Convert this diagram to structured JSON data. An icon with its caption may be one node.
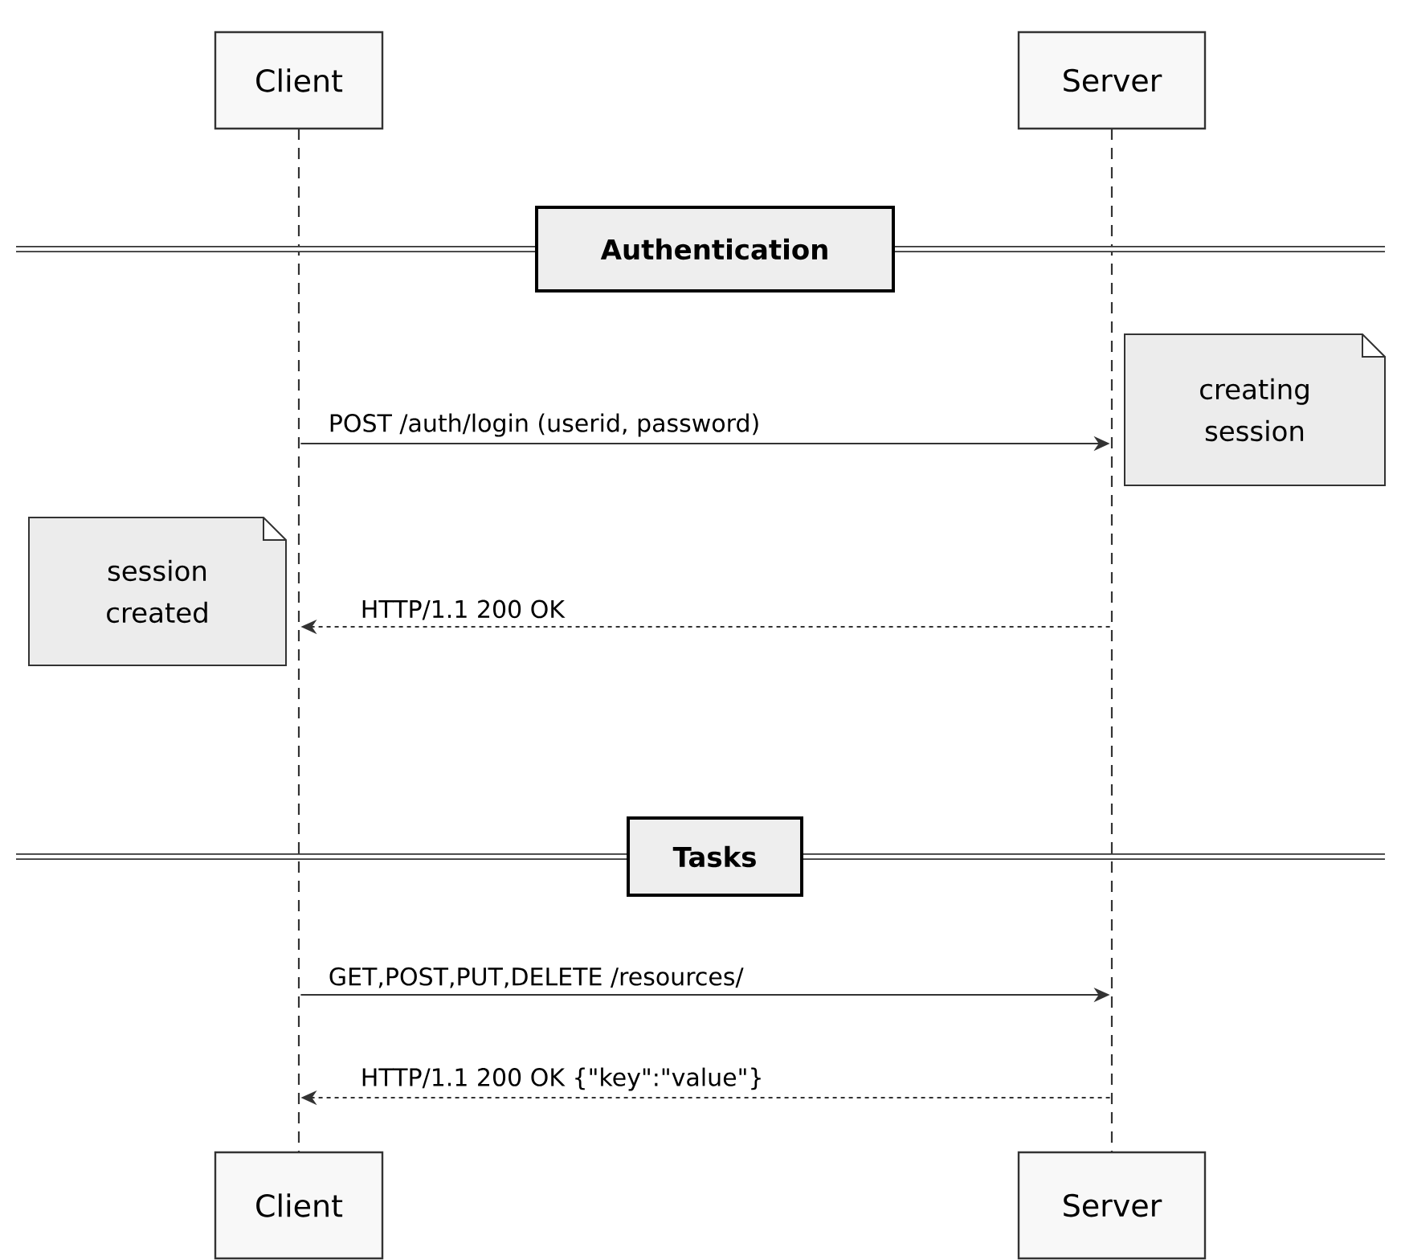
{
  "diagram": {
    "nodes": [
      {
        "text": [
          "Client"
        ]
      },
      {
        "text": [
          "Server"
        ]
      },
      {
        "text": [
          "Client"
        ]
      },
      {
        "text": [
          "Server"
        ]
      },
      {
        "text": [
          "Authentication"
        ]
      },
      {
        "text": [
          "Tasks"
        ]
      },
      {
        "text": [
          "creating session"
        ]
      },
      {
        "text": [
          "session created"
        ]
      },
      {
        "text": [],
        "shape": "line"
      },
      {
        "text": [],
        "shape": "line"
      }
    ],
    "edges": [
      {
        "from": 8,
        "to": 9,
        "arrow": "to",
        "label": "POST /auth/login (userid, password)"
      },
      {
        "from": 9,
        "to": 8,
        "arrow": "to",
        "style": "dashed",
        "label": "HTTP/1.1 200 OK"
      },
      {
        "from": 8,
        "to": 9,
        "arrow": "to",
        "label": "GET,POST,PUT,DELETE /resources/"
      },
      {
        "from": 9,
        "to": 8,
        "arrow": "to",
        "style": "dashed",
        "label": "HTTP/1.1 200 OK {\"key\":\"value\"}"
      }
    ]
  }
}
